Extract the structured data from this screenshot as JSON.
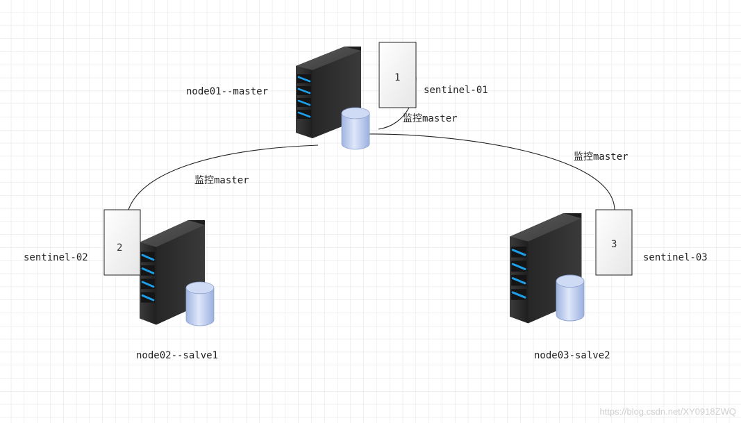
{
  "diagram": {
    "nodes": {
      "master": {
        "label": "node01--master"
      },
      "slave1": {
        "label": "node02--salve1"
      },
      "slave2": {
        "label": "node03-salve2"
      }
    },
    "sentinels": {
      "s1": {
        "number": "1",
        "label": "sentinel-01"
      },
      "s2": {
        "number": "2",
        "label": "sentinel-02"
      },
      "s3": {
        "number": "3",
        "label": "sentinel-03"
      }
    },
    "edges": {
      "s1_label": "监控master",
      "s2_label": "监控master",
      "s3_label": "监控master"
    },
    "watermark": "https://blog.csdn.net/XY0918ZWQ"
  },
  "colors": {
    "grid": "#e2e2e2",
    "server_dark": "#2f2f2f",
    "led": "#1e9fea",
    "cylinder": "#b9cbee",
    "line": "#222222"
  }
}
